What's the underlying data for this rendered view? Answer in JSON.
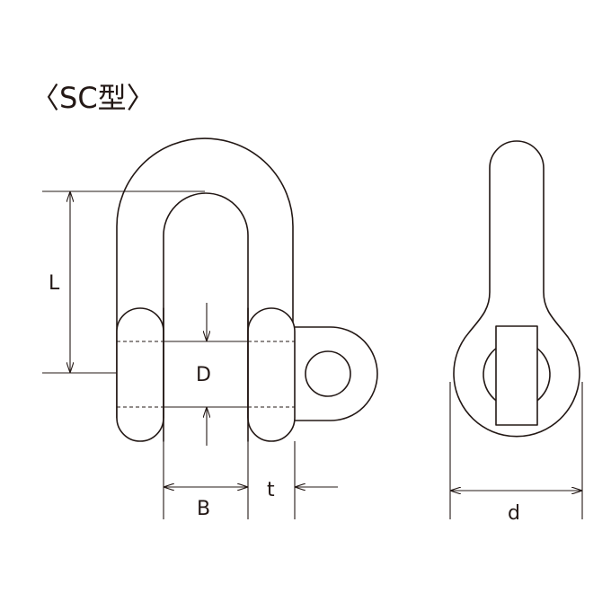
{
  "title": "〈SC型〉",
  "labels": {
    "L": "L",
    "D": "D",
    "B": "B",
    "t": "t",
    "d": "d"
  }
}
